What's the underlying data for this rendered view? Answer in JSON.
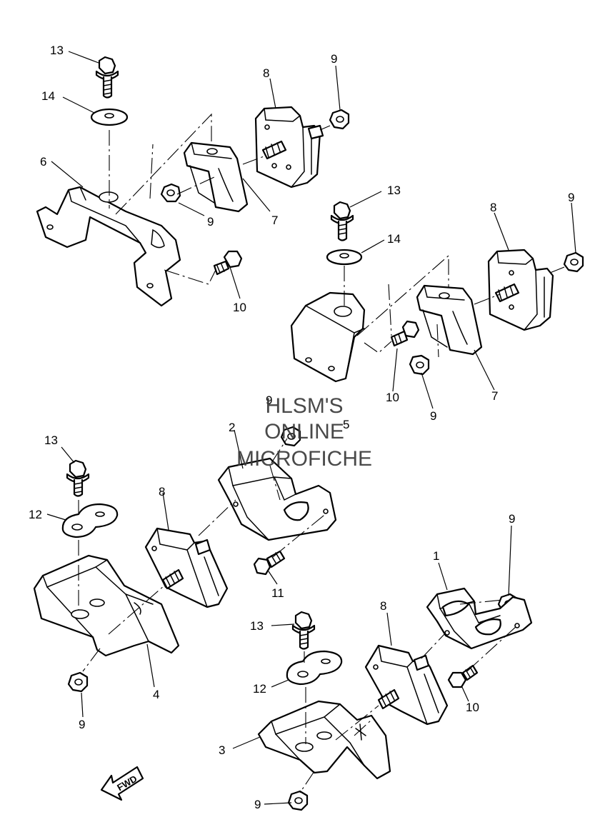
{
  "watermark": {
    "line1": "HLSM'S",
    "line2": "ONLINE",
    "line3": "MICROFICHE"
  },
  "arrow": {
    "label": "FWD"
  },
  "callouts": {
    "c1": "1",
    "c2": "2",
    "c3": "3",
    "c4": "4",
    "c5": "5",
    "c6": "6",
    "c7": "7",
    "c8": "8",
    "c9": "9",
    "c10": "10",
    "c11": "11",
    "c12": "12",
    "c13": "13",
    "c14": "14"
  }
}
